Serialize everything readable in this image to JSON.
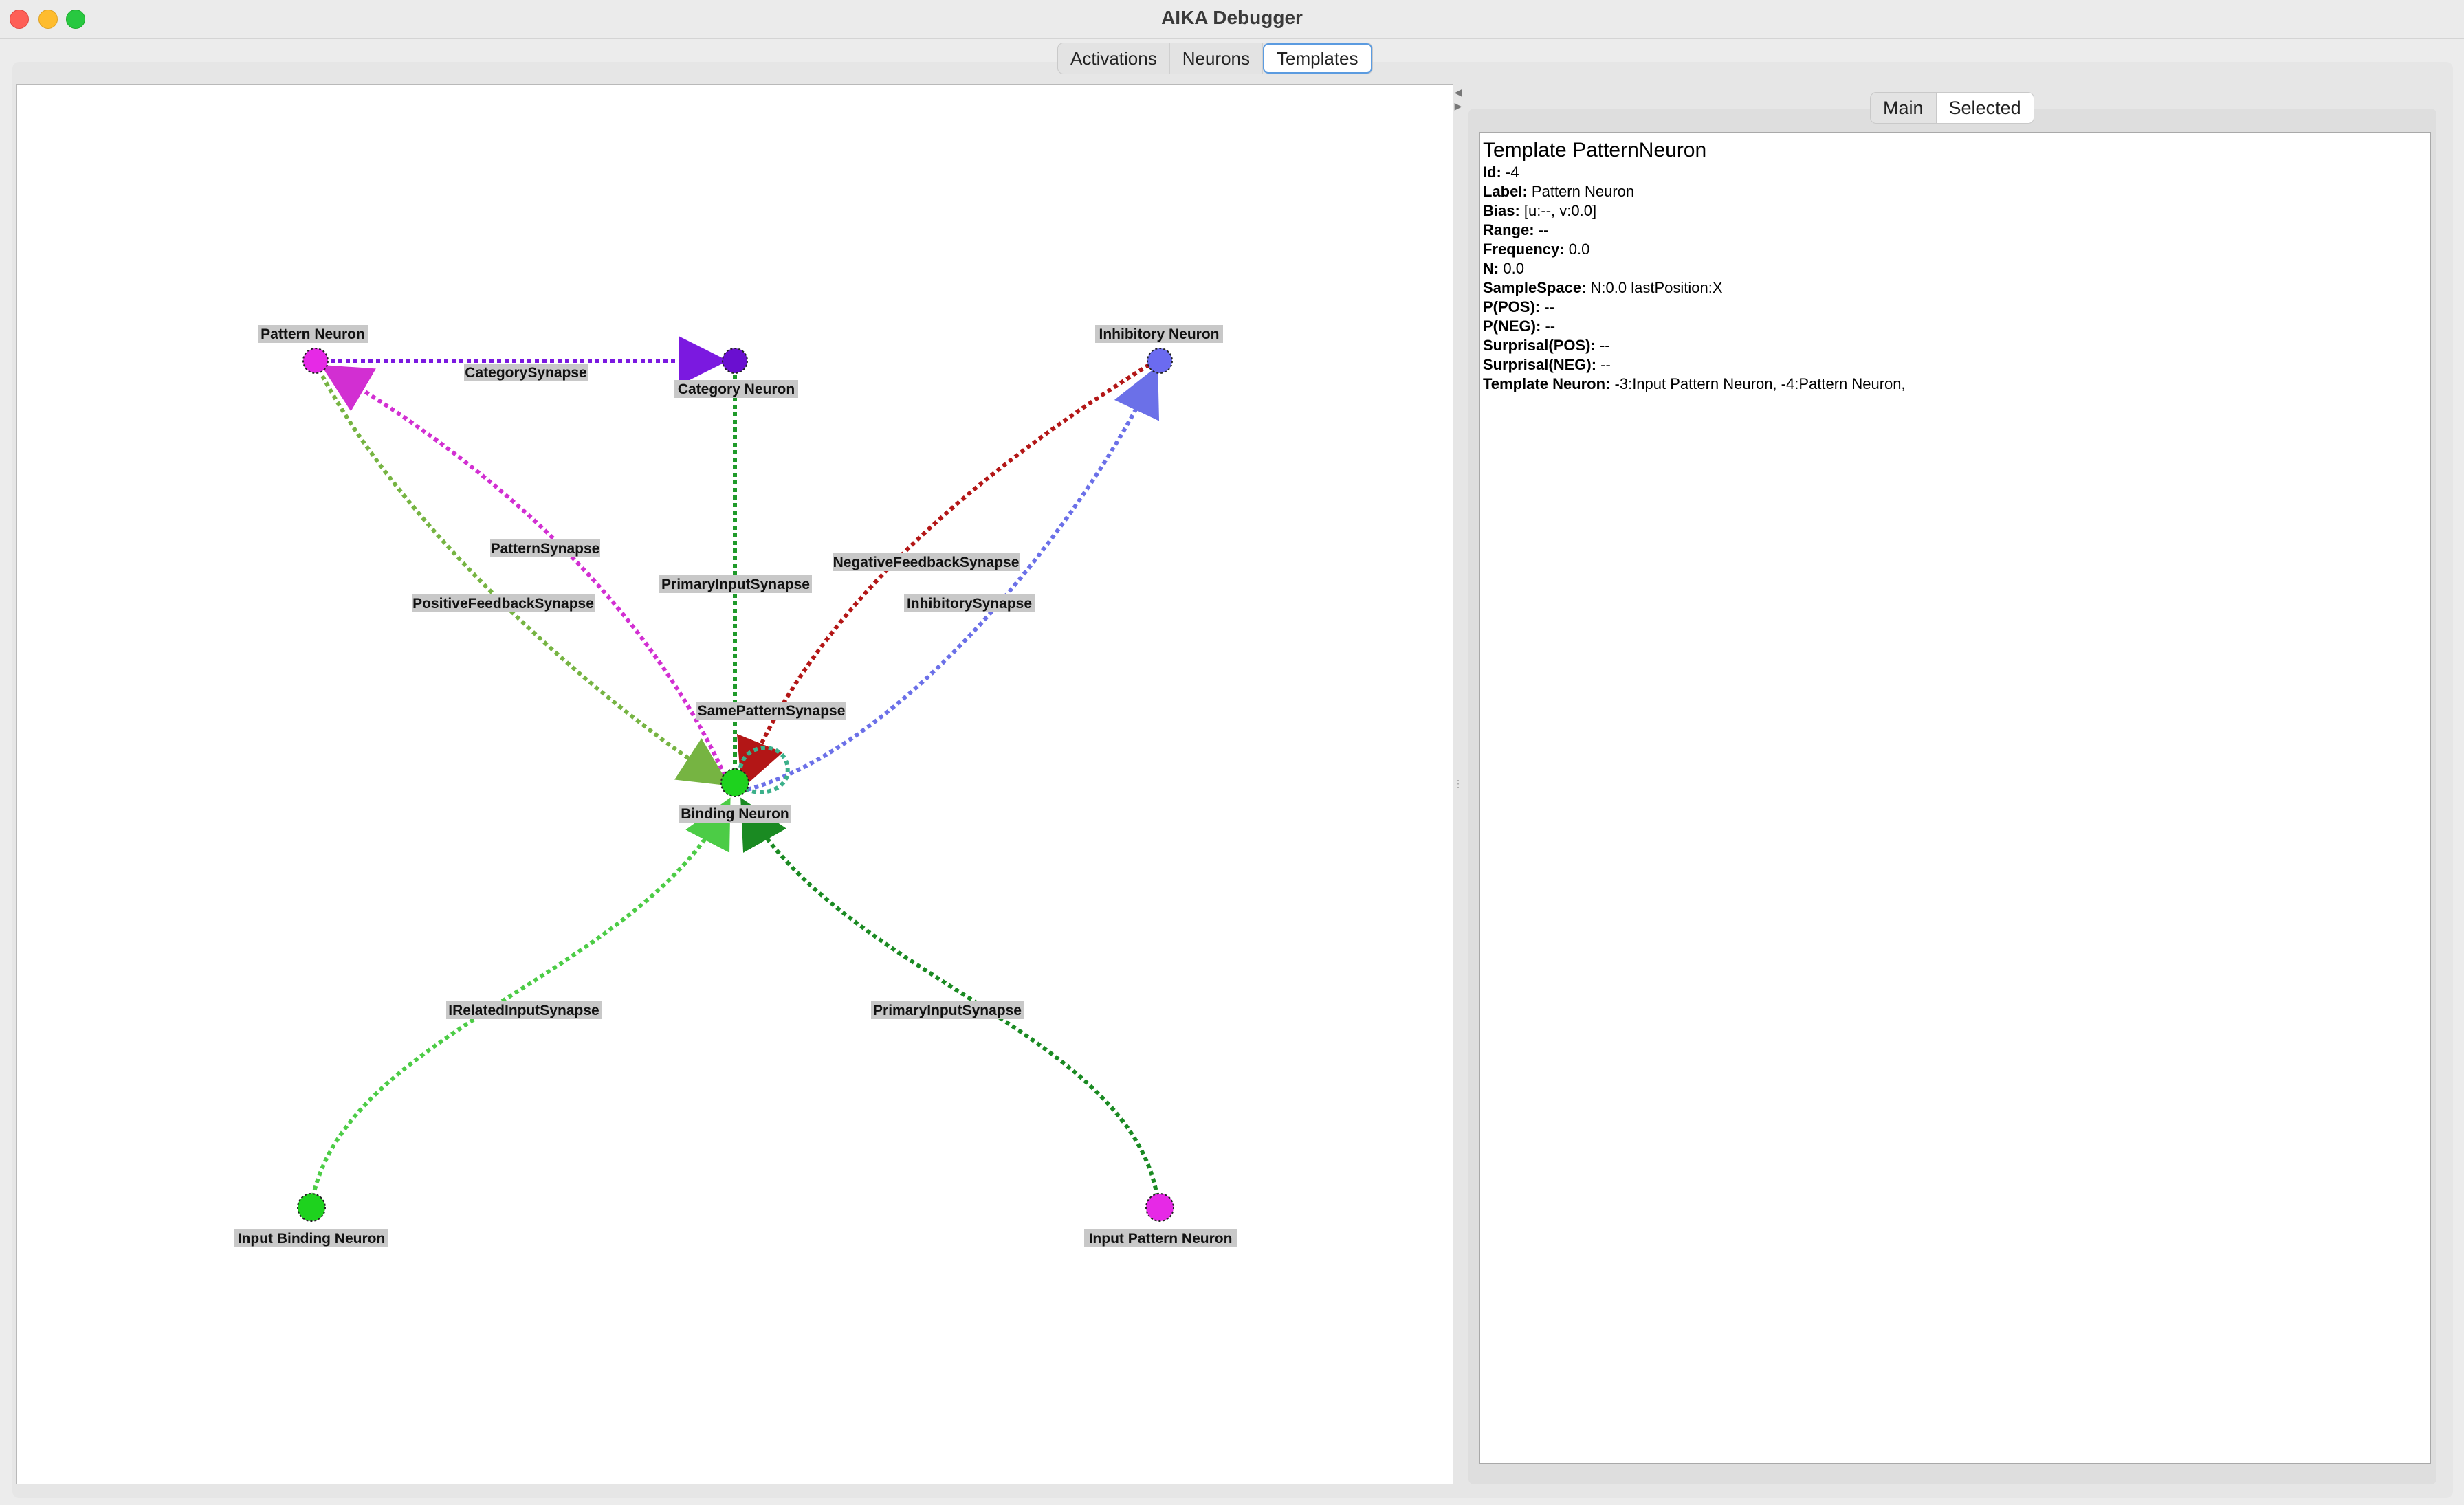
{
  "window": {
    "title": "AIKA Debugger"
  },
  "main_tabs": [
    {
      "label": "Activations",
      "active": false
    },
    {
      "label": "Neurons",
      "active": false
    },
    {
      "label": "Templates",
      "active": true
    }
  ],
  "side_tabs": [
    {
      "label": "Main",
      "active": false
    },
    {
      "label": "Selected",
      "active": true
    }
  ],
  "details": {
    "heading": "Template PatternNeuron",
    "rows": [
      {
        "key": "Id:",
        "value": "-4"
      },
      {
        "key": "Label:",
        "value": "Pattern Neuron"
      },
      {
        "key": "Bias:",
        "value": "[u:--, v:0.0]"
      },
      {
        "key": "Range:",
        "value": "--"
      },
      {
        "key": "Frequency:",
        "value": "0.0"
      },
      {
        "key": "N:",
        "value": "0.0"
      },
      {
        "key": "SampleSpace:",
        "value": "N:0.0 lastPosition:X"
      },
      {
        "key": "P(POS):",
        "value": "--"
      },
      {
        "key": "P(NEG):",
        "value": "--"
      },
      {
        "key": "Surprisal(POS):",
        "value": "--"
      },
      {
        "key": "Surprisal(NEG):",
        "value": "--"
      },
      {
        "key": "Template Neuron:",
        "value": "-3:Input Pattern Neuron, -4:Pattern Neuron,"
      }
    ]
  },
  "graph": {
    "nodes": [
      {
        "id": "pattern",
        "label": "Pattern Neuron",
        "color": "#e629e6"
      },
      {
        "id": "category",
        "label": "Category Neuron",
        "color": "#6a0fd0"
      },
      {
        "id": "inhibitory",
        "label": "Inhibitory Neuron",
        "color": "#6b6bf0"
      },
      {
        "id": "binding",
        "label": "Binding Neuron",
        "color": "#1ed21e"
      },
      {
        "id": "inputbinding",
        "label": "Input Binding Neuron",
        "color": "#1ed21e"
      },
      {
        "id": "inputpattern",
        "label": "Input Pattern Neuron",
        "color": "#e629e6"
      }
    ],
    "edges": [
      {
        "id": "category-synapse",
        "label": "CategorySynapse",
        "color": "#7b19e0"
      },
      {
        "id": "pattern-synapse",
        "label": "PatternSynapse",
        "color": "#d22fd2"
      },
      {
        "id": "positive-feedback-synapse",
        "label": "PositiveFeedbackSynapse",
        "color": "#76b442"
      },
      {
        "id": "primary-input-synapse-top",
        "label": "PrimaryInputSynapse",
        "color": "#1f9a2a"
      },
      {
        "id": "negative-feedback-synapse",
        "label": "NegativeFeedbackSynapse",
        "color": "#b31616"
      },
      {
        "id": "inhibitory-synapse",
        "label": "InhibitorySynapse",
        "color": "#6b70e8"
      },
      {
        "id": "same-pattern-synapse",
        "label": "SamePatternSynapse",
        "color": "#3bb08a"
      },
      {
        "id": "related-input-synapse",
        "label": "IRelatedInputSynapse",
        "color": "#4ccc46"
      },
      {
        "id": "primary-input-synapse-bottom",
        "label": "PrimaryInputSynapse",
        "color": "#1a8a22"
      }
    ]
  }
}
